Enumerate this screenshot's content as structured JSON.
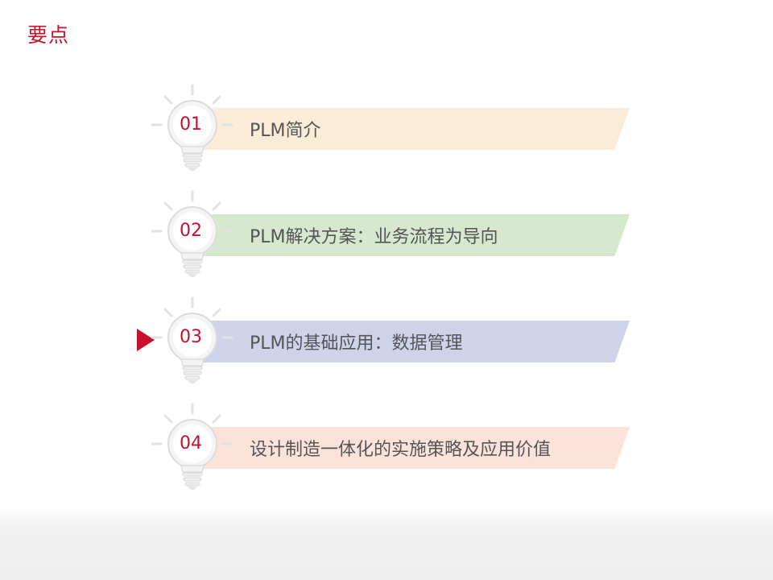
{
  "slide": {
    "title": "要点",
    "current_item": 3
  },
  "agenda": {
    "items": [
      {
        "number": "01",
        "label": "PLM简介",
        "color": "#fbecd8"
      },
      {
        "number": "02",
        "label": "PLM解决方案：业务流程为导向",
        "color": "#d6e8ce"
      },
      {
        "number": "03",
        "label": "PLM的基础应用：数据管理",
        "color": "#cfd3ea"
      },
      {
        "number": "04",
        "label": "设计制造一体化的实施策略及应用价值",
        "color": "#fbe3da"
      }
    ]
  },
  "theme": {
    "accent": "#c8102e",
    "text": "#555555"
  }
}
